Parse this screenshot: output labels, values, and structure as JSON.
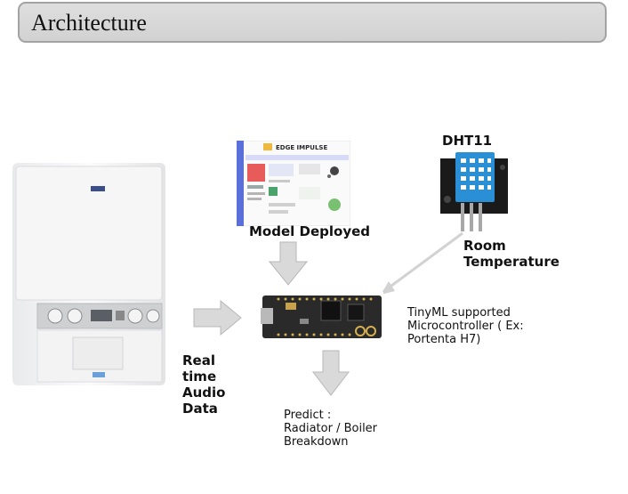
{
  "header": {
    "title": "Architecture"
  },
  "nodes": {
    "boiler": {
      "icon": "boiler-image",
      "badge": "i·nnov"
    },
    "edge_impulse": {
      "icon": "edge-impulse-screenshot",
      "logo_text": "EDGE IMPULSE",
      "label": "Model Deployed"
    },
    "sensor": {
      "icon": "dht11-sensor-image",
      "title": "DHT11",
      "label_lines": [
        "Room",
        "Temperature"
      ]
    },
    "board": {
      "icon": "microcontroller-board-image",
      "label_lines": [
        "TinyML supported",
        "Microcontroller ( Ex:",
        "Portenta H7)"
      ]
    },
    "audio": {
      "label_lines": [
        "Real",
        "time",
        "Audio",
        "Data"
      ]
    },
    "predict": {
      "label_lines": [
        "Predict :",
        "Radiator / Boiler",
        "Breakdown"
      ]
    }
  },
  "edges": [
    {
      "from": "boiler",
      "to": "board",
      "icon": "arrow-right-icon"
    },
    {
      "from": "edge_impulse",
      "to": "board",
      "icon": "arrow-down-icon"
    },
    {
      "from": "sensor",
      "to": "board",
      "icon": "diagonal-arrow-icon"
    },
    {
      "from": "board",
      "to": "predict",
      "icon": "arrow-down-icon"
    }
  ],
  "colors": {
    "title_bg": "#d6d6d6",
    "title_border": "#a3a3a3",
    "arrow_fill": "#d9d9d9",
    "arrow_stroke": "#b8b8b8",
    "sensor_blue": "#2b8fd6"
  }
}
